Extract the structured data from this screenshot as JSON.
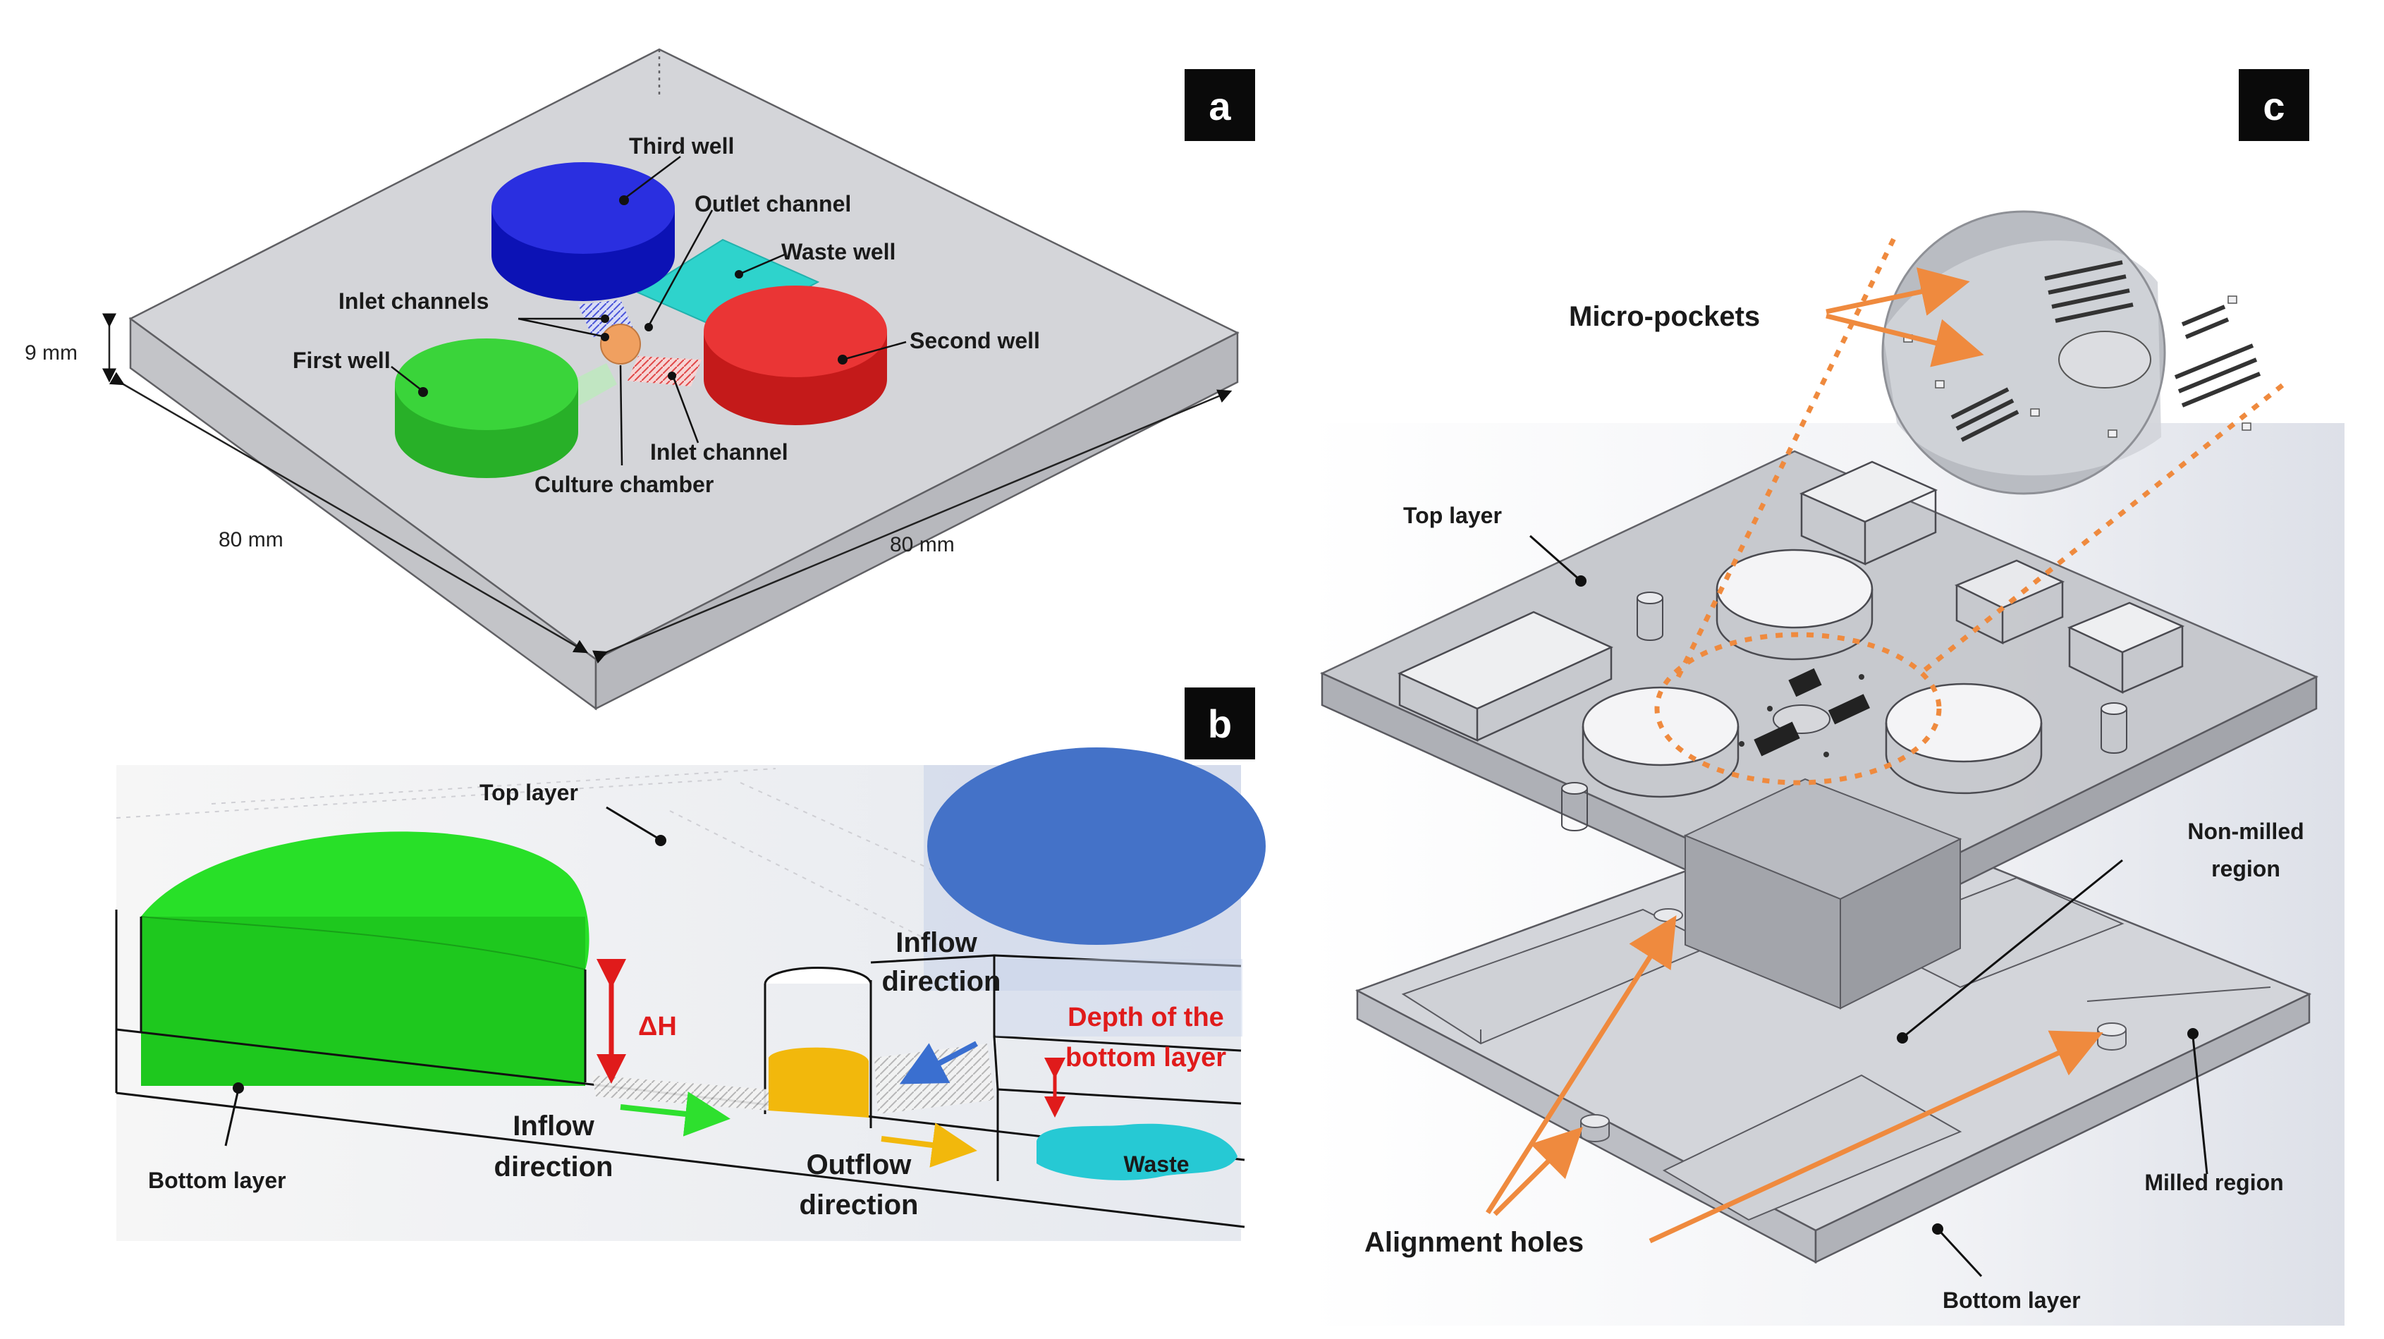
{
  "panels": {
    "a": {
      "letter": "a",
      "labels": {
        "third_well": "Third well",
        "outlet_channel": "Outlet channel",
        "waste_well": "Waste well",
        "inlet_channels": "Inlet channels",
        "first_well": "First well",
        "second_well": "Second well",
        "inlet_channel": "Inlet channel",
        "culture_chamber": "Culture chamber"
      },
      "dimensions": {
        "height": "9 mm",
        "length": "80 mm",
        "width": "80 mm"
      }
    },
    "b": {
      "letter": "b",
      "labels": {
        "top_layer": "Top layer",
        "bottom_layer": "Bottom layer",
        "delta_h": "ΔH",
        "inflow_1": "Inflow",
        "direction_1": "direction",
        "inflow_2": "Inflow",
        "direction_2": "direction",
        "outflow": "Outflow",
        "direction_3": "direction",
        "depth_1": "Depth of the",
        "depth_2": "bottom layer",
        "waste": "Waste"
      }
    },
    "c": {
      "letter": "c",
      "labels": {
        "micro_pockets": "Micro-pockets",
        "top_layer": "Top layer",
        "non_milled_1": "Non-milled",
        "non_milled_2": "region",
        "milled_region": "Milled region",
        "alignment_holes": "Alignment holes",
        "bottom_layer": "Bottom layer"
      }
    }
  },
  "colors": {
    "first_well": "#35c935",
    "second_well": "#e32b2b",
    "third_well": "#1f24d6",
    "waste_well": "#2ed3cc",
    "culture_chamber": "#f0a060",
    "panel_b_green": "#26e026",
    "panel_b_blue": "#3f6fc6",
    "panel_b_yellow": "#f2b80c",
    "waste_fluid": "#26c9d4",
    "accent_orange": "#ef8a3e",
    "accent_red": "#e01b1b",
    "panel_badge": "#0a0a0a"
  }
}
